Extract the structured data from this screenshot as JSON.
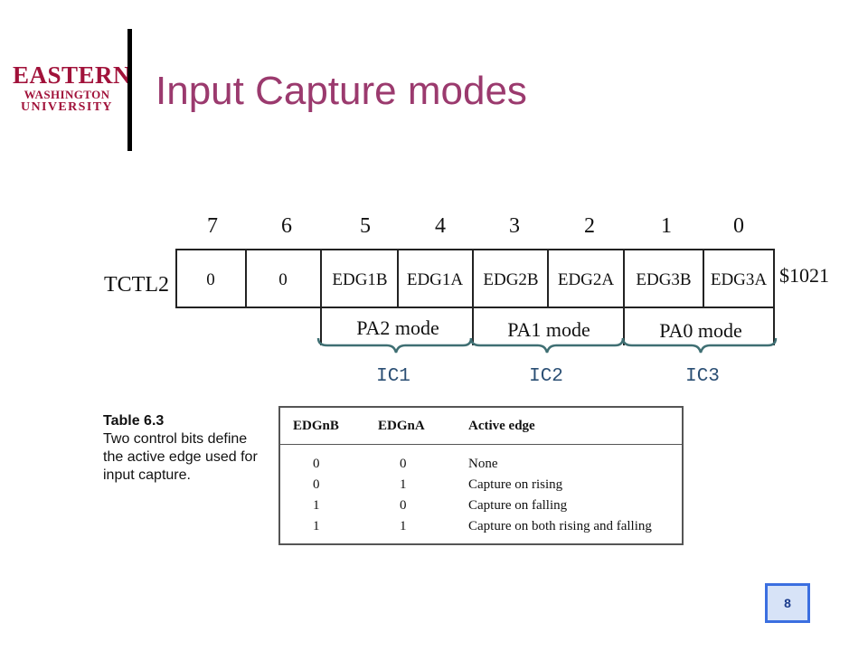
{
  "logo": {
    "line1": "EASTERN",
    "line2": "WASHINGTON",
    "line3": "UNIVERSITY"
  },
  "slide": {
    "title": "Input Capture modes",
    "page_number": "8"
  },
  "register": {
    "name": "TCTL2",
    "address": "$1021",
    "bit_numbers": [
      "7",
      "6",
      "5",
      "4",
      "3",
      "2",
      "1",
      "0"
    ],
    "bits": [
      "0",
      "0",
      "EDG1B",
      "EDG1A",
      "EDG2B",
      "EDG2A",
      "EDG3B",
      "EDG3A"
    ],
    "modes": [
      "PA2 mode",
      "PA1 mode",
      "PA0 mode"
    ],
    "channels": [
      "IC1",
      "IC2",
      "IC3"
    ]
  },
  "table": {
    "caption_number": "Table 6.3",
    "caption_text": "Two control bits define the active edge used for input capture.",
    "headers": [
      "EDGnB",
      "EDGnA",
      "Active edge"
    ],
    "rows": [
      [
        "0",
        "0",
        "None"
      ],
      [
        "0",
        "1",
        "Capture on rising"
      ],
      [
        "1",
        "0",
        "Capture on falling"
      ],
      [
        "1",
        "1",
        "Capture on both rising and falling"
      ]
    ]
  },
  "colors": {
    "title": "#9b3a6e",
    "logo": "#a1123a",
    "brace": "#3f6f73",
    "channel_text": "#2b4f74"
  }
}
